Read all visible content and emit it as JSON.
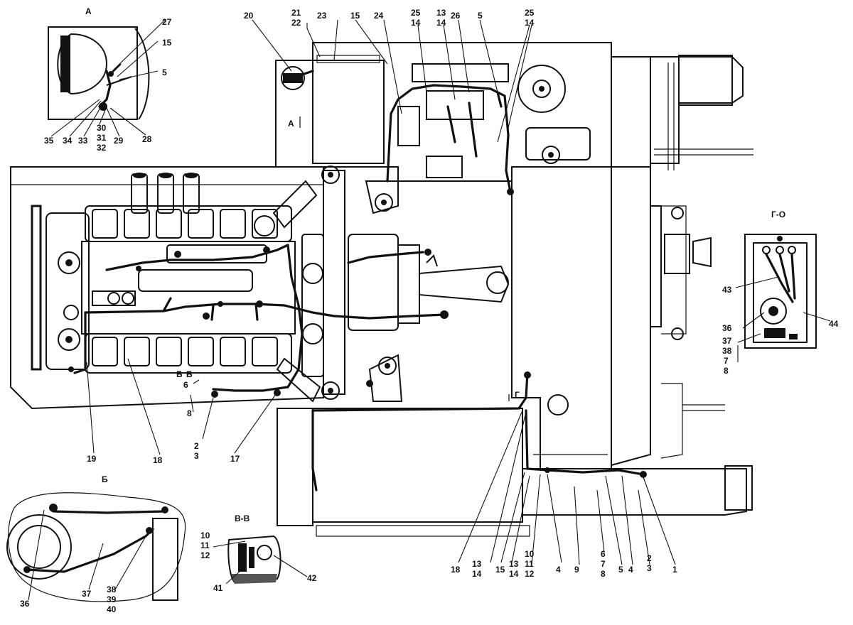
{
  "views": {
    "A": "А",
    "B": "Б",
    "VV": "В-В",
    "GO": "Г-О",
    "sectionA": "А",
    "sectionG": "Г",
    "sectionB1": "Б",
    "sectionB2": "Б"
  },
  "labels": {
    "n20": "20",
    "n21_22": [
      "21",
      "22"
    ],
    "n23": "23",
    "n15_top": "15",
    "n24": "24",
    "n25_14_a": [
      "25",
      "14"
    ],
    "n13_14_top": [
      "13",
      "14"
    ],
    "n26": "26",
    "n5_top": "5",
    "n25_14_b": [
      "25",
      "14"
    ],
    "n27": "27",
    "n15_a": "15",
    "n5_a": "5",
    "n35": "35",
    "n34": "34",
    "n33": "33",
    "n30_31_32": [
      "30",
      "31",
      "32"
    ],
    "n29": "29",
    "n28": "28",
    "n19": "19",
    "n18_left": "18",
    "n2_3_left": [
      "2",
      "3"
    ],
    "n17": "17",
    "n8_left": "8",
    "n6_left": "6",
    "n43": "43",
    "n44": "44",
    "n36_right": "36",
    "n37_38_7_8": [
      "37",
      "38",
      "7",
      "8"
    ],
    "n36_b": "36",
    "n37_b": "37",
    "n38_39_40": [
      "38",
      "39",
      "40"
    ],
    "n10_11_12_vv": [
      "10",
      "11",
      "12"
    ],
    "n41": "41",
    "n42": "42",
    "n18_bot": "18",
    "n13_14_bot": [
      "13",
      "14"
    ],
    "n15_bot": "15",
    "n13_14_bot2": [
      "13",
      "14"
    ],
    "n10_11_12_bot": [
      "10",
      "11",
      "12"
    ],
    "n4_bot": "4",
    "n9": "9",
    "n6_7_8": [
      "6",
      "7",
      "8"
    ],
    "n5_bot": "5",
    "n4_bot2": "4",
    "n2_3_bot": [
      "2",
      "3"
    ],
    "n1": "1"
  }
}
